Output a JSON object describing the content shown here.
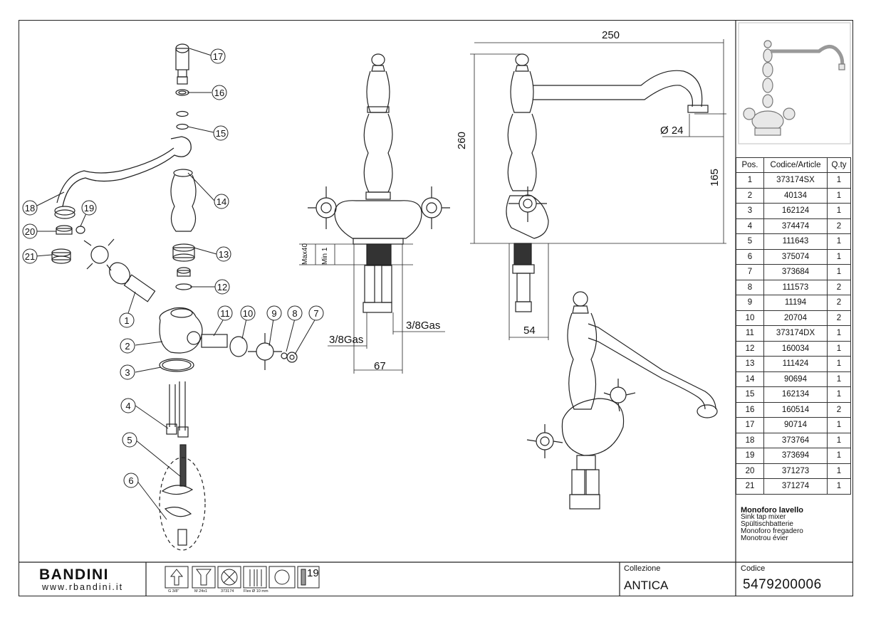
{
  "parts_table": {
    "headers": [
      "Pos.",
      "Codice/Article",
      "Q.ty"
    ],
    "rows": [
      [
        "1",
        "373174SX",
        "1"
      ],
      [
        "2",
        "40134",
        "1"
      ],
      [
        "3",
        "162124",
        "1"
      ],
      [
        "4",
        "374474",
        "2"
      ],
      [
        "5",
        "111643",
        "1"
      ],
      [
        "6",
        "375074",
        "1"
      ],
      [
        "7",
        "373684",
        "1"
      ],
      [
        "8",
        "111573",
        "2"
      ],
      [
        "9",
        "11194",
        "2"
      ],
      [
        "10",
        "20704",
        "2"
      ],
      [
        "11",
        "373174DX",
        "1"
      ],
      [
        "12",
        "160034",
        "1"
      ],
      [
        "13",
        "111424",
        "1"
      ],
      [
        "14",
        "90694",
        "1"
      ],
      [
        "15",
        "162134",
        "1"
      ],
      [
        "16",
        "160514",
        "2"
      ],
      [
        "17",
        "90714",
        "1"
      ],
      [
        "18",
        "373764",
        "1"
      ],
      [
        "19",
        "373694",
        "1"
      ],
      [
        "20",
        "371273",
        "1"
      ],
      [
        "21",
        "371274",
        "1"
      ]
    ]
  },
  "description": {
    "title": "Monoforo lavello",
    "lines": [
      "Sink tap mixer",
      "Spültischbatterie",
      "Monoforo fregadero",
      "Monotrou évier"
    ]
  },
  "dimensions": {
    "d250": "250",
    "d24": "Ø 24",
    "d260": "260",
    "d165": "165",
    "d54": "54",
    "d67": "67",
    "gas1": "3/8Gas",
    "gas2": "3/8Gas",
    "max": "Max40",
    "min": "Min 1"
  },
  "callouts": [
    "1",
    "2",
    "3",
    "4",
    "5",
    "6",
    "7",
    "8",
    "9",
    "10",
    "11",
    "12",
    "13",
    "14",
    "15",
    "16",
    "17",
    "18",
    "19",
    "20",
    "21"
  ],
  "footer": {
    "brand": "BANDINI",
    "url": "www.rbandini.it",
    "collection_label": "Collezione",
    "collection": "ANTICA",
    "code_label": "Codice",
    "code": "5479200006",
    "icon_labels": [
      "G 3/8\"",
      "M 24x1",
      "373174",
      "Flex Ø 10 mm"
    ],
    "icon_19": "19"
  }
}
